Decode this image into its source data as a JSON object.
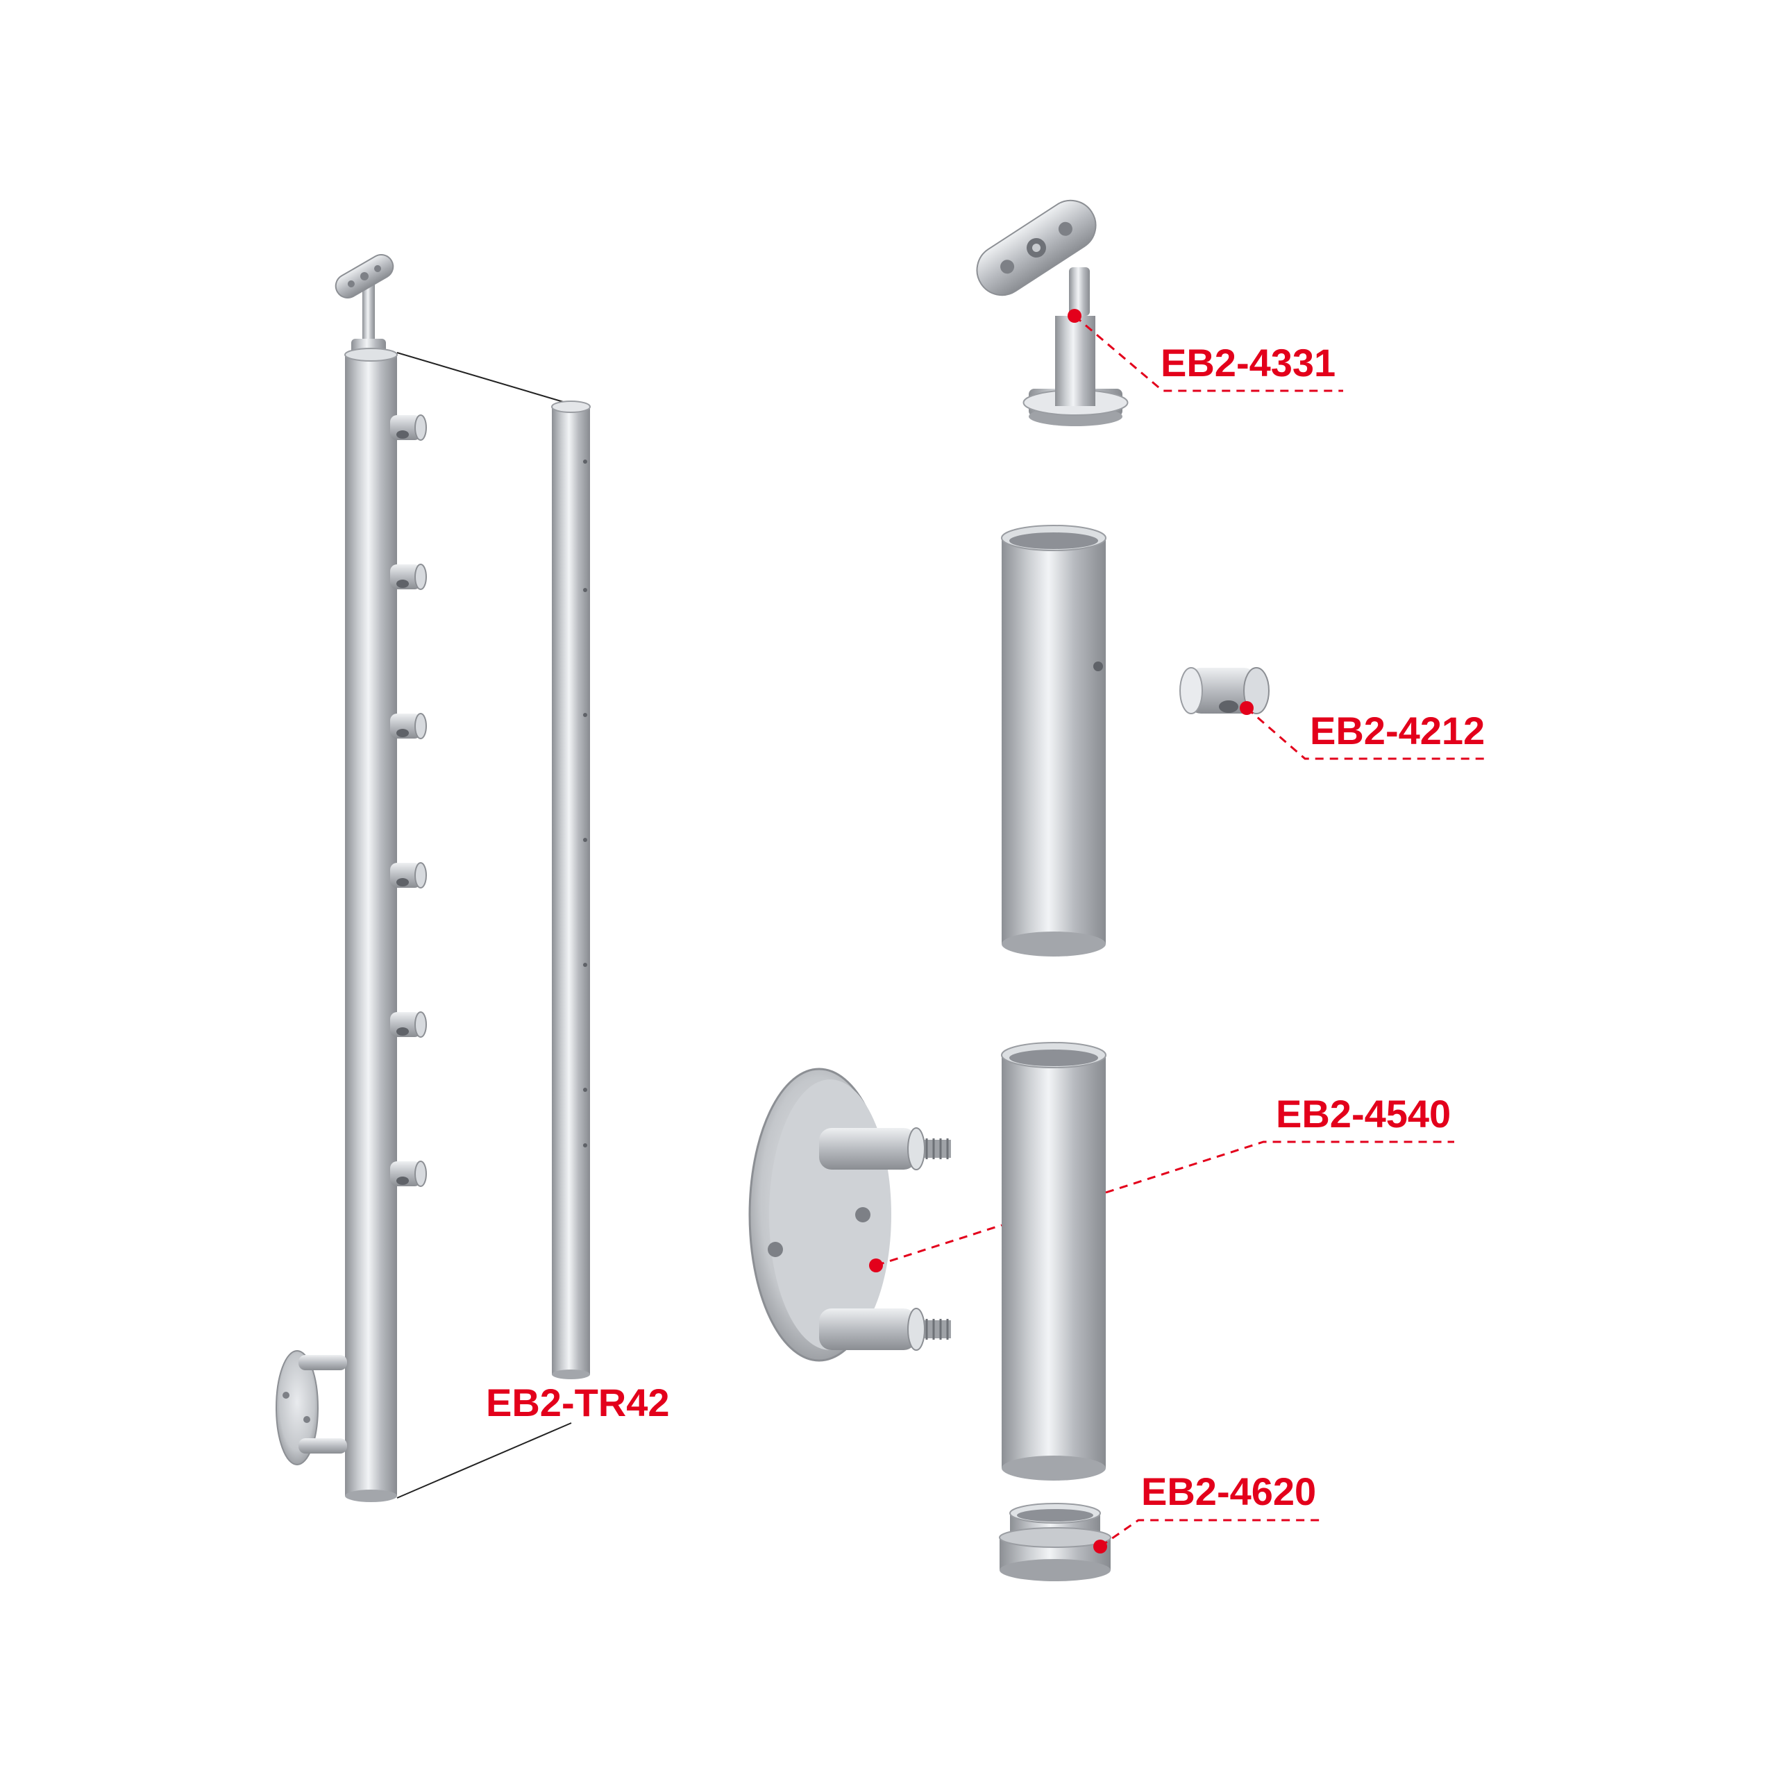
{
  "colors": {
    "accent": "#e3001b",
    "steel_dark": "#8c8f94",
    "steel_mid": "#c3c6ca",
    "steel_light": "#eef0f2",
    "leader_line": "#222222"
  },
  "labels": {
    "tr42": "EB2-TR42",
    "p4331": "EB2-4331",
    "p4212": "EB2-4212",
    "p4540": "EB2-4540",
    "p4620": "EB2-4620"
  }
}
